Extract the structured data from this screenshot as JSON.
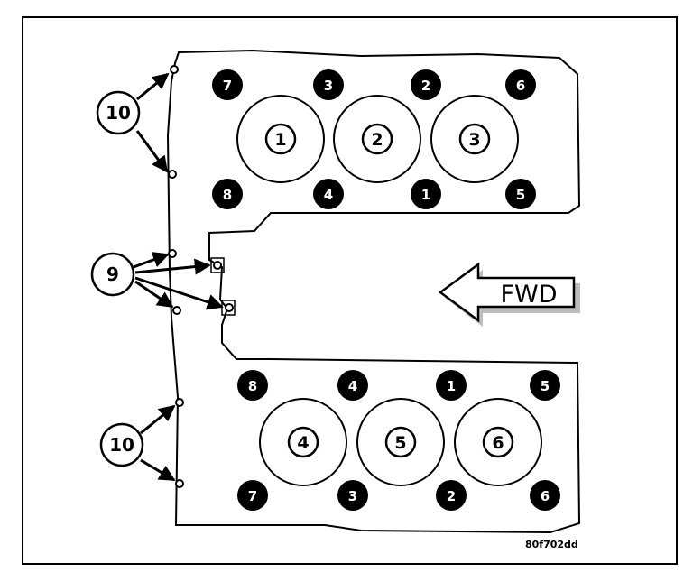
{
  "diagram": {
    "figure_id": "80f702dd",
    "direction_label": "FWD",
    "callouts": [
      {
        "id": "callout-10-upper",
        "label": "10"
      },
      {
        "id": "callout-9",
        "label": "9"
      },
      {
        "id": "callout-10-lower",
        "label": "10"
      }
    ],
    "upper_head": {
      "cylinders": [
        "1",
        "2",
        "3"
      ],
      "top_bolts": [
        "7",
        "3",
        "2",
        "6"
      ],
      "bottom_bolts": [
        "8",
        "4",
        "1",
        "5"
      ]
    },
    "lower_head": {
      "cylinders": [
        "4",
        "5",
        "6"
      ],
      "top_bolts": [
        "8",
        "4",
        "1",
        "5"
      ],
      "bottom_bolts": [
        "7",
        "3",
        "2",
        "6"
      ]
    }
  }
}
